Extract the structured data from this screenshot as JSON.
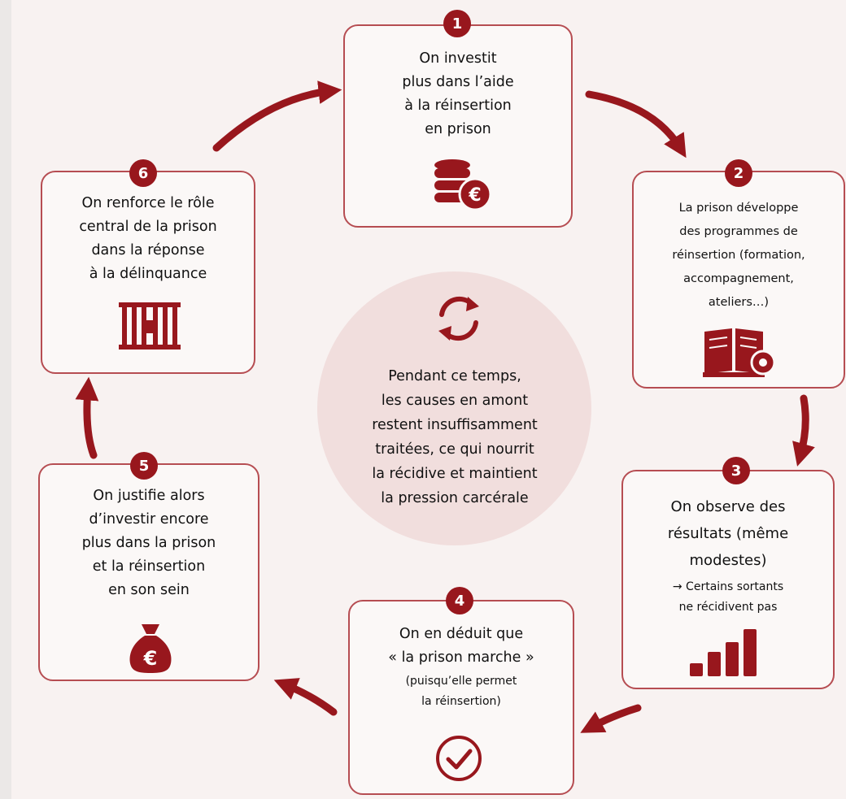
{
  "steps": [
    {
      "number": "1",
      "text": "On investit\nplus dans l’aide\nà la réinsertion\nen prison",
      "icon": "coins-euro-icon"
    },
    {
      "number": "2",
      "text": "La prison développe\ndes programmes de\nréinsertion (formation,\naccompagnement,\nateliers…)",
      "icon": "book-gear-icon"
    },
    {
      "number": "3",
      "text": "On observe des\nrésultats (même\nmodestes)",
      "note": "→ Certains sortants\nne récidivent pas",
      "icon": "bar-chart-icon"
    },
    {
      "number": "4",
      "text": "On en déduit que\n« la prison marche »",
      "note": "(puisqu’elle permet\nla réinsertion)",
      "icon": "check-circle-icon"
    },
    {
      "number": "5",
      "text": "On justifie alors\nd’investir encore\nplus dans la prison\net la réinsertion\nen son sein",
      "icon": "money-bag-euro-icon"
    },
    {
      "number": "6",
      "text": "On renforce le rôle\ncentral de la prison\ndans la réponse\nà la délinquance",
      "icon": "prison-bars-icon"
    }
  ],
  "center": {
    "text": "Pendant ce temps,\nles causes en amont\nrestent insuffisamment\ntraitées, ce qui nourrit\nla récidive et maintient\nla pression carcérale",
    "icon": "cycle-arrows-icon"
  },
  "colors": {
    "accent": "#98171d",
    "border": "#b64d52",
    "background": "#f8f2f1",
    "center_fill": "#f1dedd"
  }
}
